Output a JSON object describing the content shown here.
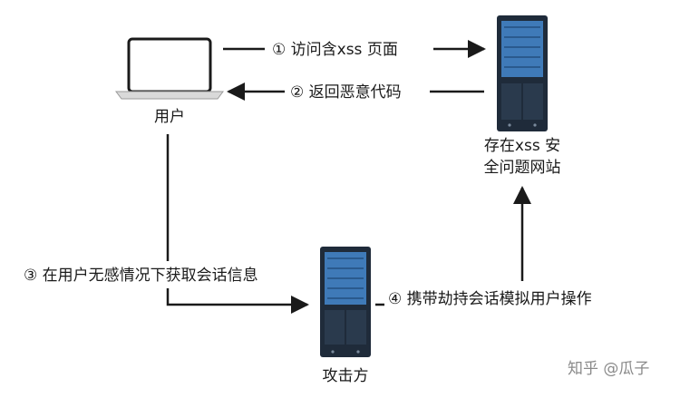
{
  "nodes": {
    "user": {
      "label": "用户"
    },
    "site": {
      "line1": "存在xss 安",
      "line2": "全问题网站"
    },
    "attacker": {
      "label": "攻击方"
    }
  },
  "steps": {
    "step1": "① 访问含xss 页面",
    "step2": "② 返回恶意代码",
    "step3": "③ 在用户无感情况下获取会话信息",
    "step4": "④ 携带劫持会话模拟用户操作"
  },
  "watermark": "知乎 @瓜子",
  "colors": {
    "server_body": "#1f2b3a",
    "server_panel": "#3f7ab8",
    "laptop_outline": "#1a1a1a",
    "line": "#1a1a1a"
  },
  "icons": {
    "user": "laptop-icon",
    "site": "server-icon",
    "attacker": "server-icon"
  }
}
